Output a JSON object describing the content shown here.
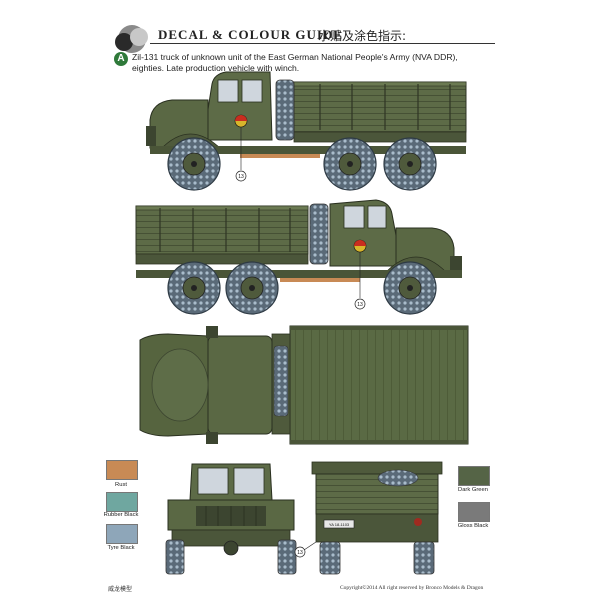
{
  "header": {
    "title": "DECAL & COLOUR GUIDE",
    "title_cn": "水贴及涂色指示:"
  },
  "variant": {
    "marker": "A",
    "description": "Zil-131 truck of unknown unit of the East German National People's Army (NVA DDR), eighties. Late production vehicle with winch."
  },
  "callouts": {
    "decal_number": "13"
  },
  "licence_plate": "YA 18-1103",
  "colours": {
    "left": [
      {
        "label": "Rust",
        "hex": "#c88a55"
      },
      {
        "label": "Rubber Black",
        "hex": "#6fa7a0"
      },
      {
        "label": "Tyre Black",
        "hex": "#8ea6b9"
      }
    ],
    "right": [
      {
        "label": "Dark Green",
        "hex": "#556446"
      },
      {
        "label": "Gloss Black",
        "hex": "#7a7a7a"
      }
    ]
  },
  "footer": {
    "left": "威龙模型",
    "right": "Copyright©2014 All right reserved by Bronco Models & Dragon"
  }
}
